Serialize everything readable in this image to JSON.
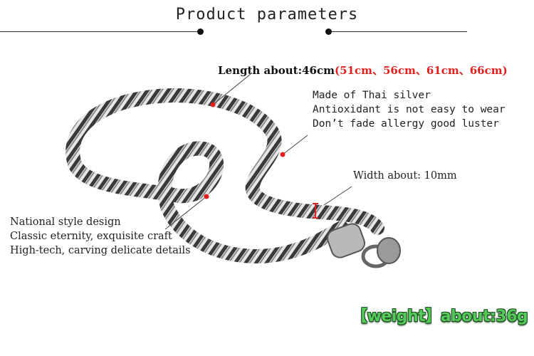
{
  "header": {
    "title": "Product parameters"
  },
  "specs": {
    "length_label": "Length about:",
    "length_value": "46cm",
    "length_options": "(51cm、56cm、61cm、66cm)",
    "material_lines": [
      "Made of Thai silver",
      "Antioxidant is not easy to wear",
      "Don’t fade allergy good luster"
    ],
    "width_label": "Width about: 10mm",
    "design_lines": [
      "National style design",
      "Classic eternity, exquisite craft",
      "High-tech, carving delicate details"
    ],
    "weight_label": "【weight】about:36g"
  },
  "colors": {
    "accent_red": "#e0211f",
    "weight_green": "#55c95a",
    "rule": "#333333"
  },
  "image": {
    "subject": "silver-chain-necklace"
  }
}
